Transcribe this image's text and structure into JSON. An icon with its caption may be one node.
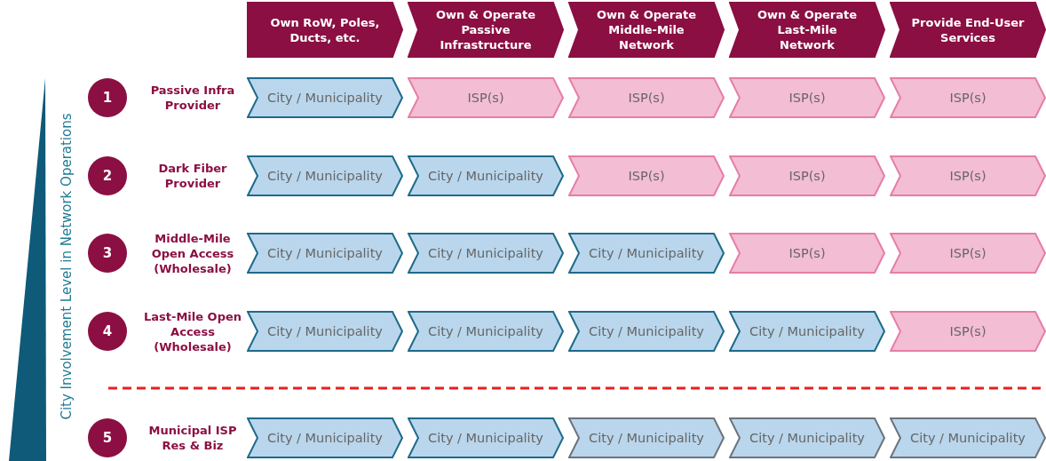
{
  "diagram": {
    "nodes": [
      {
        "text": [
          "Own RoW, Poles, Ducts, etc."
        ]
      },
      {
        "text": [
          "Own & Operate Passive Infrastructure"
        ]
      },
      {
        "text": [
          "Own & Operate Middle-Mile Network"
        ]
      },
      {
        "text": [
          "Own & Operate Last-Mile Network"
        ]
      },
      {
        "text": [
          "Provide End-User Services"
        ]
      },
      {
        "text": [
          "1"
        ]
      },
      {
        "text": [
          "City / Municipality"
        ]
      },
      {
        "text": [
          "ISP(s)"
        ]
      },
      {
        "text": [
          "ISP(s)"
        ]
      },
      {
        "text": [
          "ISP(s)"
        ]
      },
      {
        "text": [
          "ISP(s)"
        ]
      },
      {
        "text": [
          "2"
        ]
      },
      {
        "text": [
          "City / Municipality"
        ]
      },
      {
        "text": [
          "City / Municipality"
        ]
      },
      {
        "text": [
          "ISP(s)"
        ]
      },
      {
        "text": [
          "ISP(s)"
        ]
      },
      {
        "text": [
          "ISP(s)"
        ]
      },
      {
        "text": [
          "3"
        ]
      },
      {
        "text": [
          "City / Municipality"
        ]
      },
      {
        "text": [
          "City / Municipality"
        ]
      },
      {
        "text": [
          "City / Municipality"
        ]
      },
      {
        "text": [
          "ISP(s)"
        ]
      },
      {
        "text": [
          "ISP(s)"
        ]
      },
      {
        "text": [
          "4"
        ]
      },
      {
        "text": [
          "City / Municipality"
        ]
      },
      {
        "text": [
          "City / Municipality"
        ]
      },
      {
        "text": [
          "City / Municipality"
        ]
      },
      {
        "text": [
          "City / Municipality"
        ]
      },
      {
        "text": [
          "ISP(s)"
        ]
      },
      {
        "text": [
          "5"
        ]
      },
      {
        "text": [
          "City / Municipality"
        ]
      },
      {
        "text": [
          "City / Municipality"
        ]
      },
      {
        "text": [
          "City / Municipality"
        ]
      },
      {
        "text": [
          "City / Municipality"
        ]
      },
      {
        "text": [
          "City / Municipality"
        ]
      }
    ],
    "edges": [],
    "labels": [
      "City Involvement Level in Network Operations",
      "Passive Infra Provider",
      "Dark Fiber Provider",
      "Middle-Mile Open Access (Wholesale)",
      "Last-Mile Open Access (Wholesale)",
      "Municipal ISP Res & Biz"
    ]
  }
}
